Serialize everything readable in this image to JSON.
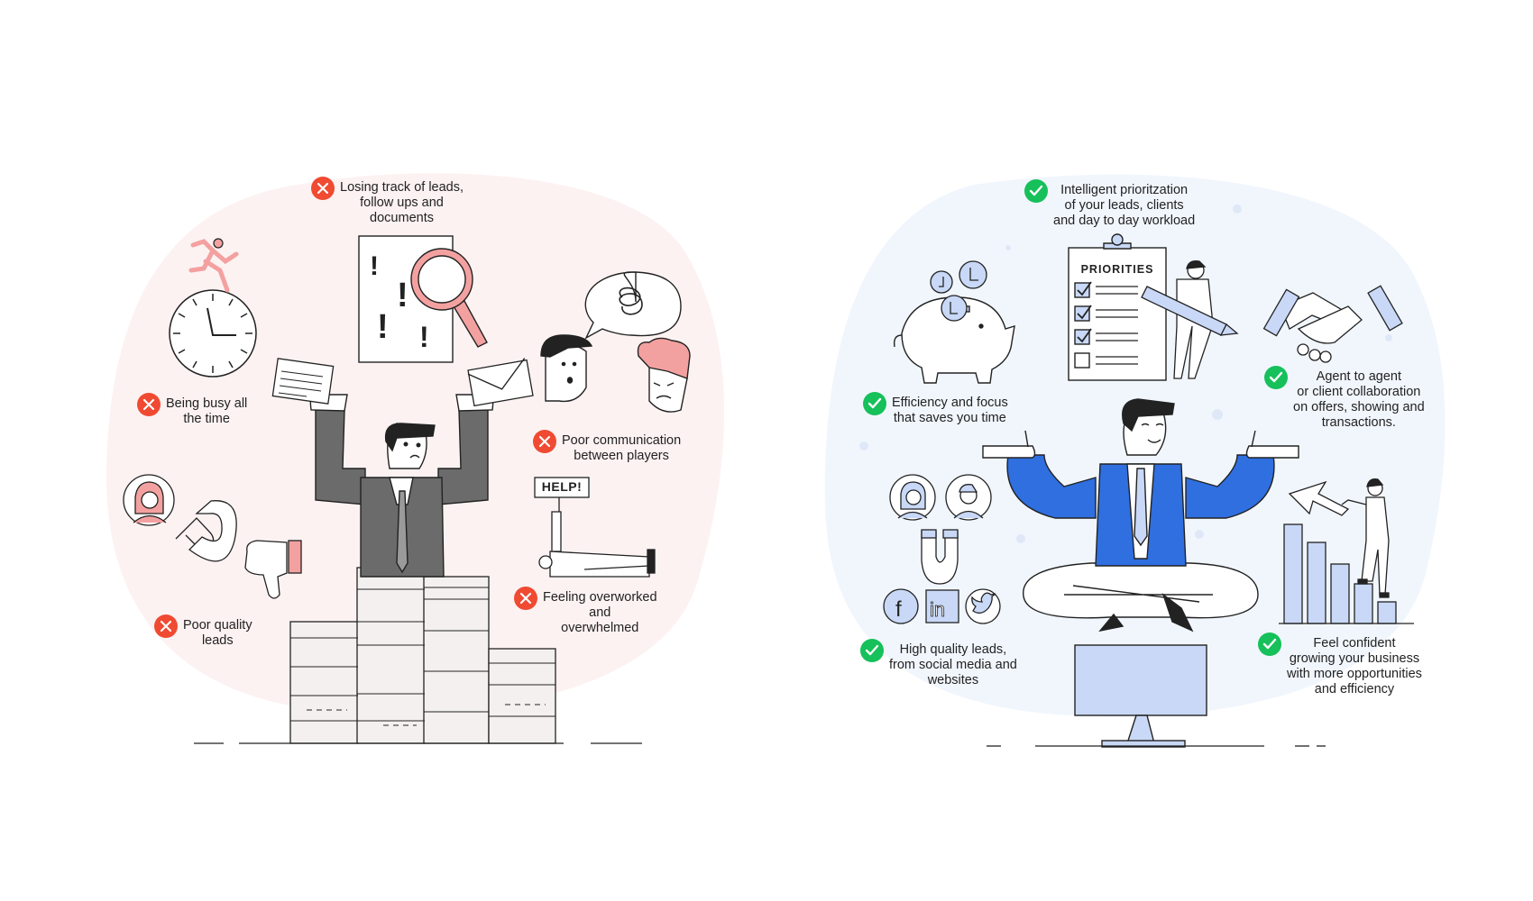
{
  "colors": {
    "bad": "#f04a32",
    "good": "#16c05a",
    "blue": "#2f6fe0",
    "lightBlue": "#c8d8f6",
    "salmon": "#f3a1a0",
    "leftBlob": "#fdf2f2",
    "rightBlob": "#f1f6fd",
    "ink": "#222222"
  },
  "left": {
    "items": [
      {
        "id": "losing-track",
        "icon": "x-circle-icon",
        "lines": [
          "Losing track of leads,",
          "follow ups and",
          "documents"
        ]
      },
      {
        "id": "busy",
        "icon": "x-circle-icon",
        "lines": [
          "Being busy all",
          "the time"
        ]
      },
      {
        "id": "poor-comm",
        "icon": "x-circle-icon",
        "lines": [
          "Poor communication",
          "between players"
        ]
      },
      {
        "id": "overworked",
        "icon": "x-circle-icon",
        "lines": [
          "Feeling overworked",
          "and",
          "overwhelmed"
        ]
      },
      {
        "id": "poor-quality",
        "icon": "x-circle-icon",
        "lines": [
          "Poor quality",
          "leads"
        ]
      }
    ],
    "help_sign": "HELP!"
  },
  "right": {
    "items": [
      {
        "id": "prioritization",
        "icon": "check-circle-icon",
        "lines": [
          "Intelligent prioritzation",
          "of your leads, clients",
          "and day to day workload"
        ]
      },
      {
        "id": "efficiency",
        "icon": "check-circle-icon",
        "lines": [
          "Efficiency and focus",
          "that saves you time"
        ]
      },
      {
        "id": "collaboration",
        "icon": "check-circle-icon",
        "lines": [
          "Agent to agent",
          "or client collaboration",
          "on offers, showing and",
          "transactions."
        ]
      },
      {
        "id": "high-quality",
        "icon": "check-circle-icon",
        "lines": [
          "High quality leads,",
          "from social media and",
          "websites"
        ]
      },
      {
        "id": "confident",
        "icon": "check-circle-icon",
        "lines": [
          "Feel confident",
          "growing your business",
          "with more opportunities",
          "and efficiency"
        ]
      }
    ],
    "clipboard_title": "PRIORITIES"
  }
}
